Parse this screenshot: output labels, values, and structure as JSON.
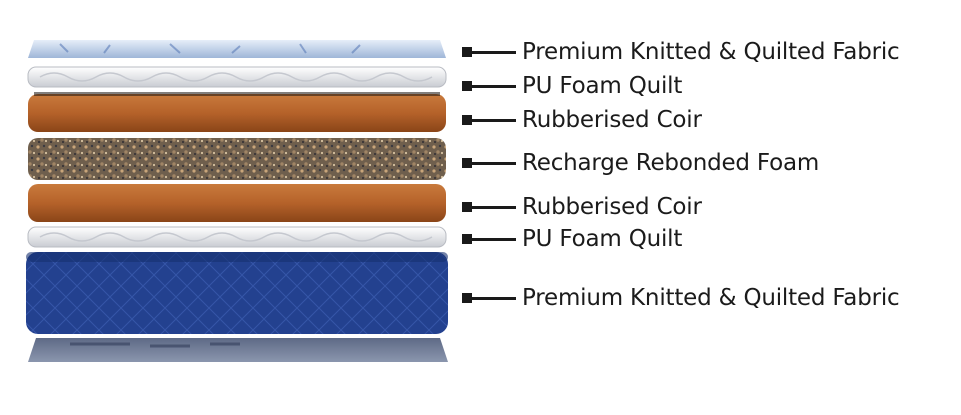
{
  "layers": [
    {
      "id": "top-fabric",
      "label": "Premium Knitted & Quilted Fabric"
    },
    {
      "id": "pu-quilt-top",
      "label": "PU Foam Quilt"
    },
    {
      "id": "coir-top",
      "label": "Rubberised Coir"
    },
    {
      "id": "rebonded",
      "label": "Recharge Rebonded Foam"
    },
    {
      "id": "coir-bottom",
      "label": "Rubberised Coir"
    },
    {
      "id": "pu-quilt-bottom",
      "label": "PU Foam Quilt"
    },
    {
      "id": "bottom-fabric",
      "label": "Premium Knitted & Quilted Fabric"
    }
  ],
  "colors": {
    "fabric_top": "#c9d8ee",
    "quilt": "#f1f2f4",
    "coir": "#b5622a",
    "rebonded": "#7a6a58",
    "fabric_blue": "#1f3a8c",
    "label_text": "#1b1b1b"
  }
}
